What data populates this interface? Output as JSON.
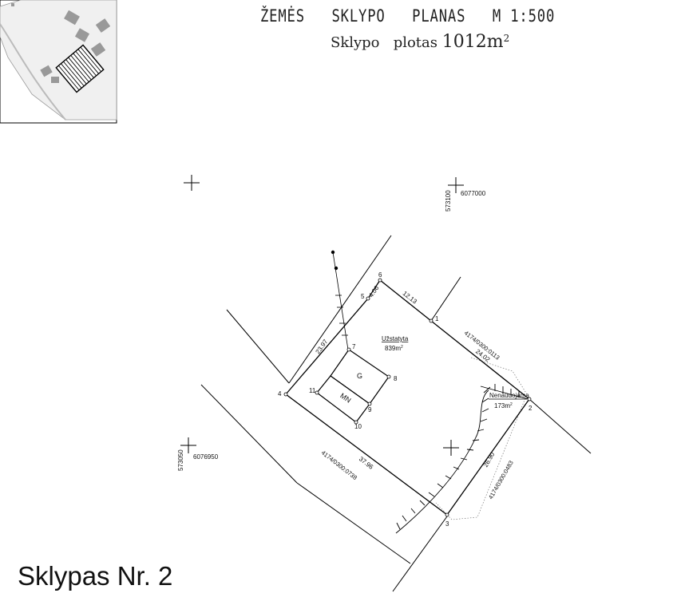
{
  "header": {
    "title": "ŽEMĖS   SKLYPO   PLANAS   M 1:500",
    "area_label": "Sklypo   plotas",
    "area_value": "1012m",
    "area_unit_sup": "2"
  },
  "caption": "Sklypas Nr. 2",
  "coordinates": {
    "ne_x": "6077000",
    "ne_y": "573100",
    "sw_x": "6076950",
    "sw_y": "573050"
  },
  "points": [
    "1",
    "2",
    "3",
    "4",
    "5",
    "6",
    "7",
    "8",
    "9",
    "10",
    "11"
  ],
  "dimensions": {
    "d_5_6": "4.06",
    "d_6_1": "12.13",
    "d_1_2": "24.02",
    "d_2_3": "26.90",
    "d_3_4": "37.96",
    "d_4_5": "23.97"
  },
  "neighbors": {
    "ne": "4174/0300:0113",
    "se": "4174/0300:0483",
    "sw": "4174/0300:0738"
  },
  "zones": {
    "built_label": "Užstatyta",
    "built_area": "839m",
    "built_sup": "2",
    "unused_label": "Nenaudojama",
    "unused_area": "173m",
    "unused_sup": "2"
  },
  "buildings": {
    "b1": "G",
    "b2": "MN"
  }
}
